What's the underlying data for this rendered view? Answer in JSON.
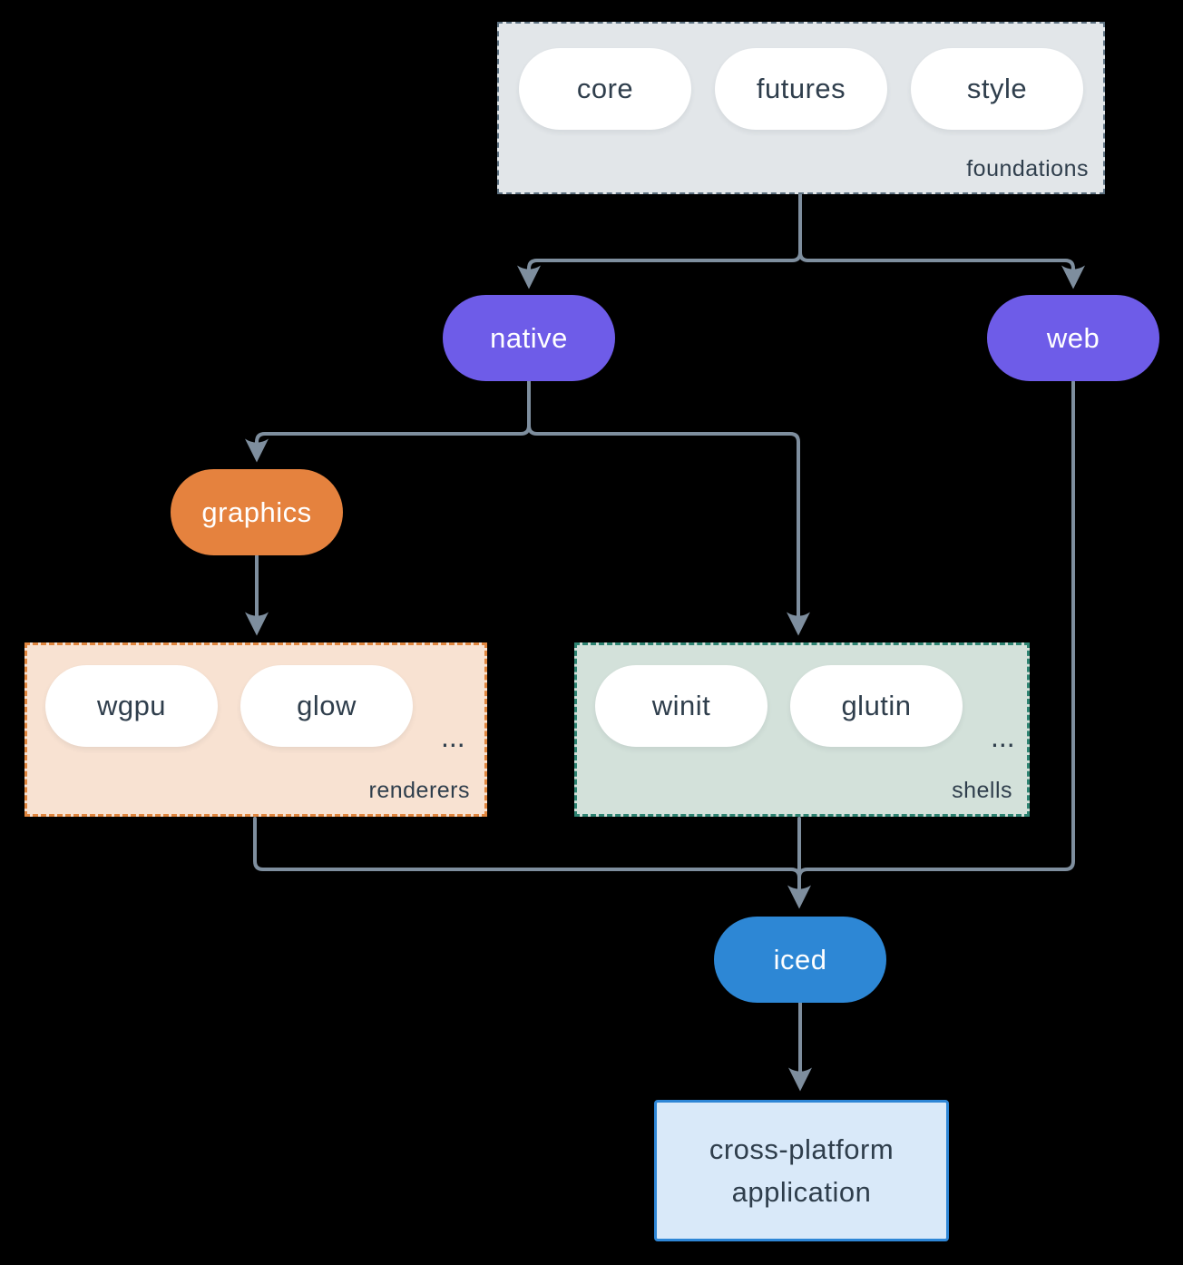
{
  "diagram": {
    "groups": {
      "foundations": {
        "label": "foundations",
        "items": [
          "core",
          "futures",
          "style"
        ]
      },
      "renderers": {
        "label": "renderers",
        "items": [
          "wgpu",
          "glow"
        ],
        "more": "..."
      },
      "shells": {
        "label": "shells",
        "items": [
          "winit",
          "glutin"
        ],
        "more": "..."
      }
    },
    "nodes": {
      "native": {
        "label": "native"
      },
      "web": {
        "label": "web"
      },
      "graphics": {
        "label": "graphics"
      },
      "iced": {
        "label": "iced"
      },
      "application": {
        "label": "cross-platform application"
      }
    },
    "colors": {
      "background": "#000000",
      "connector": "#7e8e9e",
      "text_dark": "#2f3e4c",
      "purple": "#6e5ce8",
      "orange": "#e5823e",
      "blue": "#2d87d5",
      "foundations_fill": "#e2e6e9",
      "foundations_border": "#5e7282",
      "renderers_fill": "#f8e2d2",
      "renderers_border": "#e0863f",
      "shells_fill": "#d3e1da",
      "shells_border": "#2e8472",
      "app_fill": "#d9e9f9",
      "app_border": "#2e86d6"
    }
  }
}
